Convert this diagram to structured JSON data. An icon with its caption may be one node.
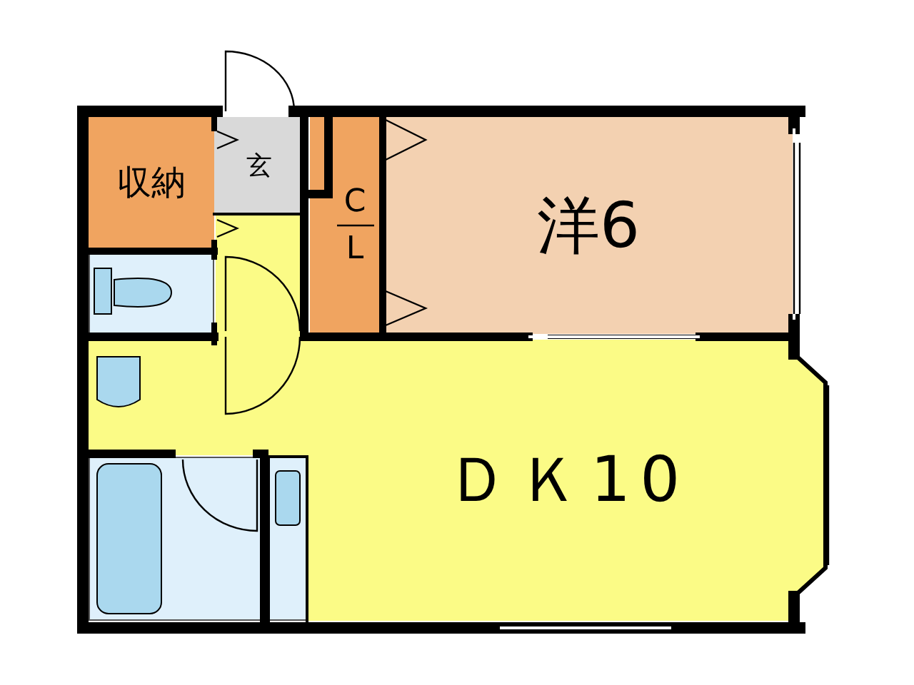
{
  "diagram": {
    "nodes": [
      {
        "text": [
          "収納"
        ]
      },
      {
        "text": [
          "玄"
        ]
      },
      {
        "text": [
          "C L"
        ]
      },
      {
        "text": [
          "洋6"
        ]
      },
      {
        "text": [],
        "shape": "box"
      },
      {
        "text": [
          "ＤＫ10"
        ]
      },
      {
        "text": [],
        "shape": "box"
      },
      {
        "text": [],
        "shape": "box"
      }
    ]
  }
}
